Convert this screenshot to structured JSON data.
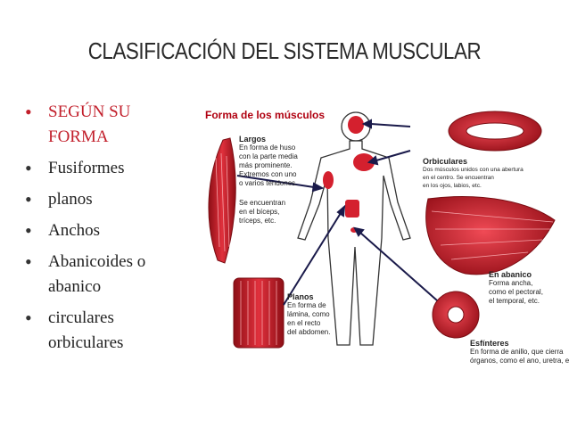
{
  "slide": {
    "title": "CLASIFICACIÓN DEL SISTEMA MUSCULAR"
  },
  "bullets": [
    {
      "text": "SEGÚN SU FORMA",
      "color": "#c21f2b"
    },
    {
      "text": "Fusiformes"
    },
    {
      "text": "planos"
    },
    {
      "text": "Anchos"
    },
    {
      "text": "Abanicoides o abanico"
    },
    {
      "text": "circulares orbiculares"
    }
  ],
  "figure": {
    "title": "Forma de los músculos",
    "largos": {
      "heading": "Largos",
      "lines": [
        "En forma de huso",
        "con la parte media",
        "más prominente.",
        "Extremos con uno",
        "o varios tendones."
      ]
    },
    "largos_extra": {
      "lines": [
        "Se encuentran",
        "en el bíceps,",
        "tríceps, etc."
      ]
    },
    "orbiculares": {
      "heading": "Orbiculares",
      "lines": [
        "Dos músculos unidos con una abertura",
        "en el centro. Se encuentran",
        "en los ojos, labios, etc."
      ]
    },
    "abanico": {
      "heading": "En abanico",
      "lines": [
        "Forma ancha,",
        "como el pectoral,",
        "el temporal, etc."
      ]
    },
    "planos": {
      "heading": "Planos",
      "lines": [
        "En forma de",
        "lámina, como",
        "en el recto",
        "del abdomen."
      ]
    },
    "esfinteres": {
      "heading": "Esfínteres",
      "lines": [
        "En forma de anillo, que cierra",
        "órganos, como el ano, uretra, etc."
      ]
    }
  },
  "colors": {
    "muscle_red": "#d4202e",
    "muscle_dark": "#8e0f16",
    "title_red": "#b00010"
  }
}
